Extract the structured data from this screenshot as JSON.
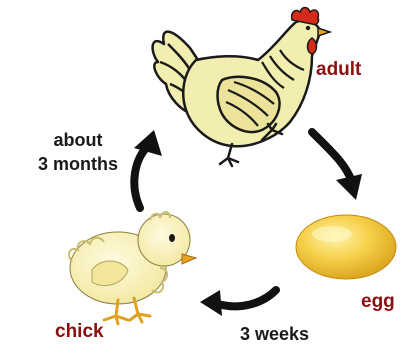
{
  "stages": {
    "adult": "adult",
    "egg": "egg",
    "chick": "chick"
  },
  "transitions": {
    "chick_to_adult": "about\n3 months",
    "egg_to_chick": "3 weeks"
  },
  "colors": {
    "stage_label": "#8b1010",
    "transition_label": "#1a1a1a",
    "arrow": "#111111",
    "hen_body": "#f2eeb0",
    "egg": "#f2c43a",
    "chick": "#f7f0b4"
  }
}
